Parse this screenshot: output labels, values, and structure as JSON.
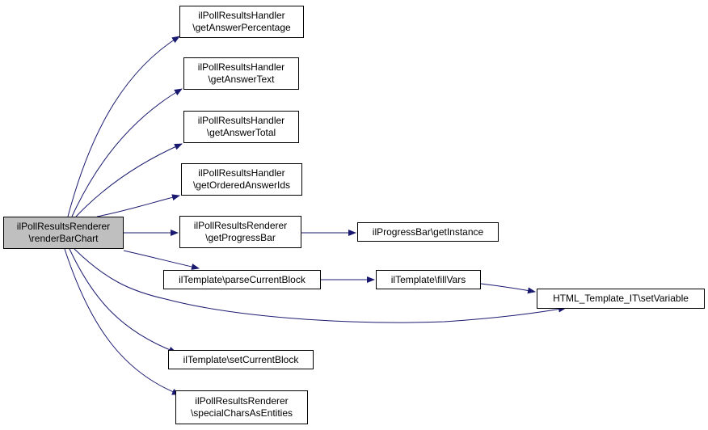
{
  "diagram": {
    "edge_color": "#191970",
    "root": {
      "line1": "ilPollResultsRenderer",
      "line2": "\\renderBarChart",
      "fill": "#bfbfbf"
    },
    "nodes": {
      "get_answer_percentage": {
        "line1": "ilPollResultsHandler",
        "line2": "\\getAnswerPercentage"
      },
      "get_answer_text": {
        "line1": "ilPollResultsHandler",
        "line2": "\\getAnswerText"
      },
      "get_answer_total": {
        "line1": "ilPollResultsHandler",
        "line2": "\\getAnswerTotal"
      },
      "get_ordered_answer_ids": {
        "line1": "ilPollResultsHandler",
        "line2": "\\getOrderedAnswerIds"
      },
      "get_progress_bar": {
        "line1": "ilPollResultsRenderer",
        "line2": "\\getProgressBar"
      },
      "progress_bar_get_instance": {
        "line1": "ilProgressBar\\getInstance"
      },
      "parse_current_block": {
        "line1": "ilTemplate\\parseCurrentBlock"
      },
      "fill_vars": {
        "line1": "ilTemplate\\fillVars"
      },
      "set_variable": {
        "line1": "HTML_Template_IT\\setVariable"
      },
      "set_current_block": {
        "line1": "ilTemplate\\setCurrentBlock"
      },
      "special_chars_as_entities": {
        "line1": "ilPollResultsRenderer",
        "line2": "\\specialCharsAsEntities"
      }
    }
  }
}
